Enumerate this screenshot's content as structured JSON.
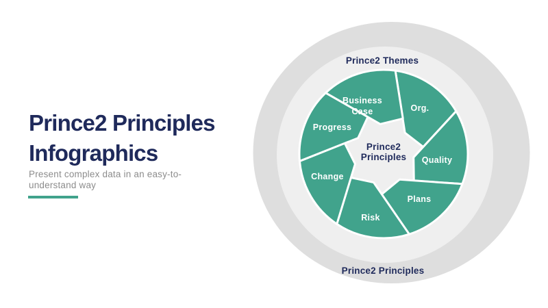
{
  "colors": {
    "navy": "#1F2A5B",
    "teal": "#41A38C",
    "ring_outer": "#DEDEDE",
    "ring_inner": "#EFEFEF",
    "subtitle_gray": "#8C8C8C",
    "background": "#FFFFFF"
  },
  "header": {
    "title_line1": "Prince2 Principles",
    "title_line2": "Infographics",
    "subtitle_line1": "Present complex data in an easy-to-",
    "subtitle_line2": "understand way"
  },
  "diagram": {
    "top_label": "Prince2 Themes",
    "bottom_label": "Prince2 Principles",
    "center_line1": "Prince2",
    "center_line2": "Principles",
    "blades": [
      {
        "label": "Org."
      },
      {
        "label": "Quality"
      },
      {
        "label": "Plans"
      },
      {
        "label": "Risk"
      },
      {
        "label": "Change"
      },
      {
        "label": "Progress"
      },
      {
        "label": "Business Case",
        "lines": [
          "Business",
          "Case"
        ]
      }
    ]
  }
}
